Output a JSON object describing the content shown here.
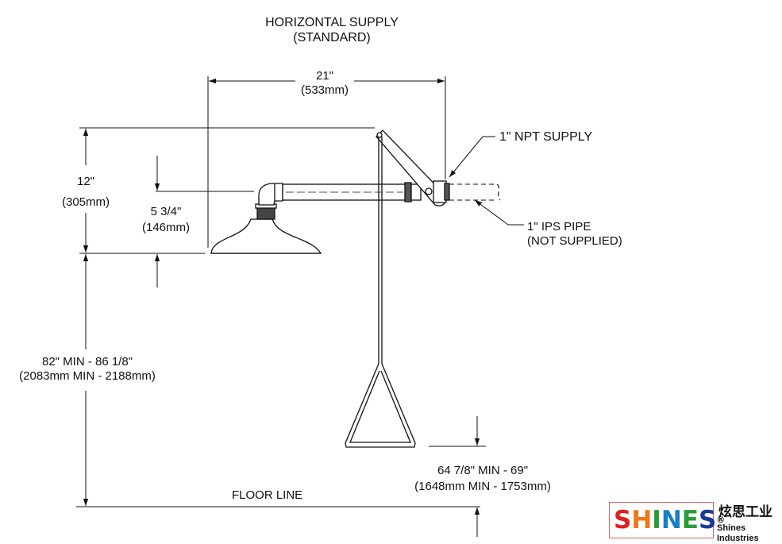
{
  "title": {
    "line1": "HORIZONTAL SUPPLY",
    "line2": "(STANDARD)"
  },
  "dimensions": {
    "width": {
      "imperial": "21\"",
      "metric": "(533mm)"
    },
    "height_top": {
      "imperial": "12\"",
      "metric": "(305mm)"
    },
    "head_drop": {
      "imperial": "5 3/4\"",
      "metric": "(146mm)"
    },
    "total_height": {
      "imperial": "82\" MIN - 86 1/8\"",
      "metric": "(2083mm MIN - 2188mm)"
    },
    "pull_height": {
      "imperial": "64 7/8\" MIN - 69\"",
      "metric": "(1648mm MIN - 1753mm)"
    }
  },
  "callouts": {
    "supply": "1\" NPT SUPPLY",
    "pipe_line1": "1\" IPS PIPE",
    "pipe_line2": "(NOT SUPPLIED)",
    "floor": "FLOOR LINE"
  },
  "logo": {
    "letters": [
      "S",
      "H",
      "I",
      "N",
      "E",
      "S"
    ],
    "letter_colors": [
      "#e02020",
      "#f07818",
      "#2a9a3a",
      "#1a7fc8",
      "#2a9a3a",
      "#1a3a9a"
    ],
    "registered": "®",
    "chinese": "炫思工业",
    "english": "Shines Industries"
  }
}
